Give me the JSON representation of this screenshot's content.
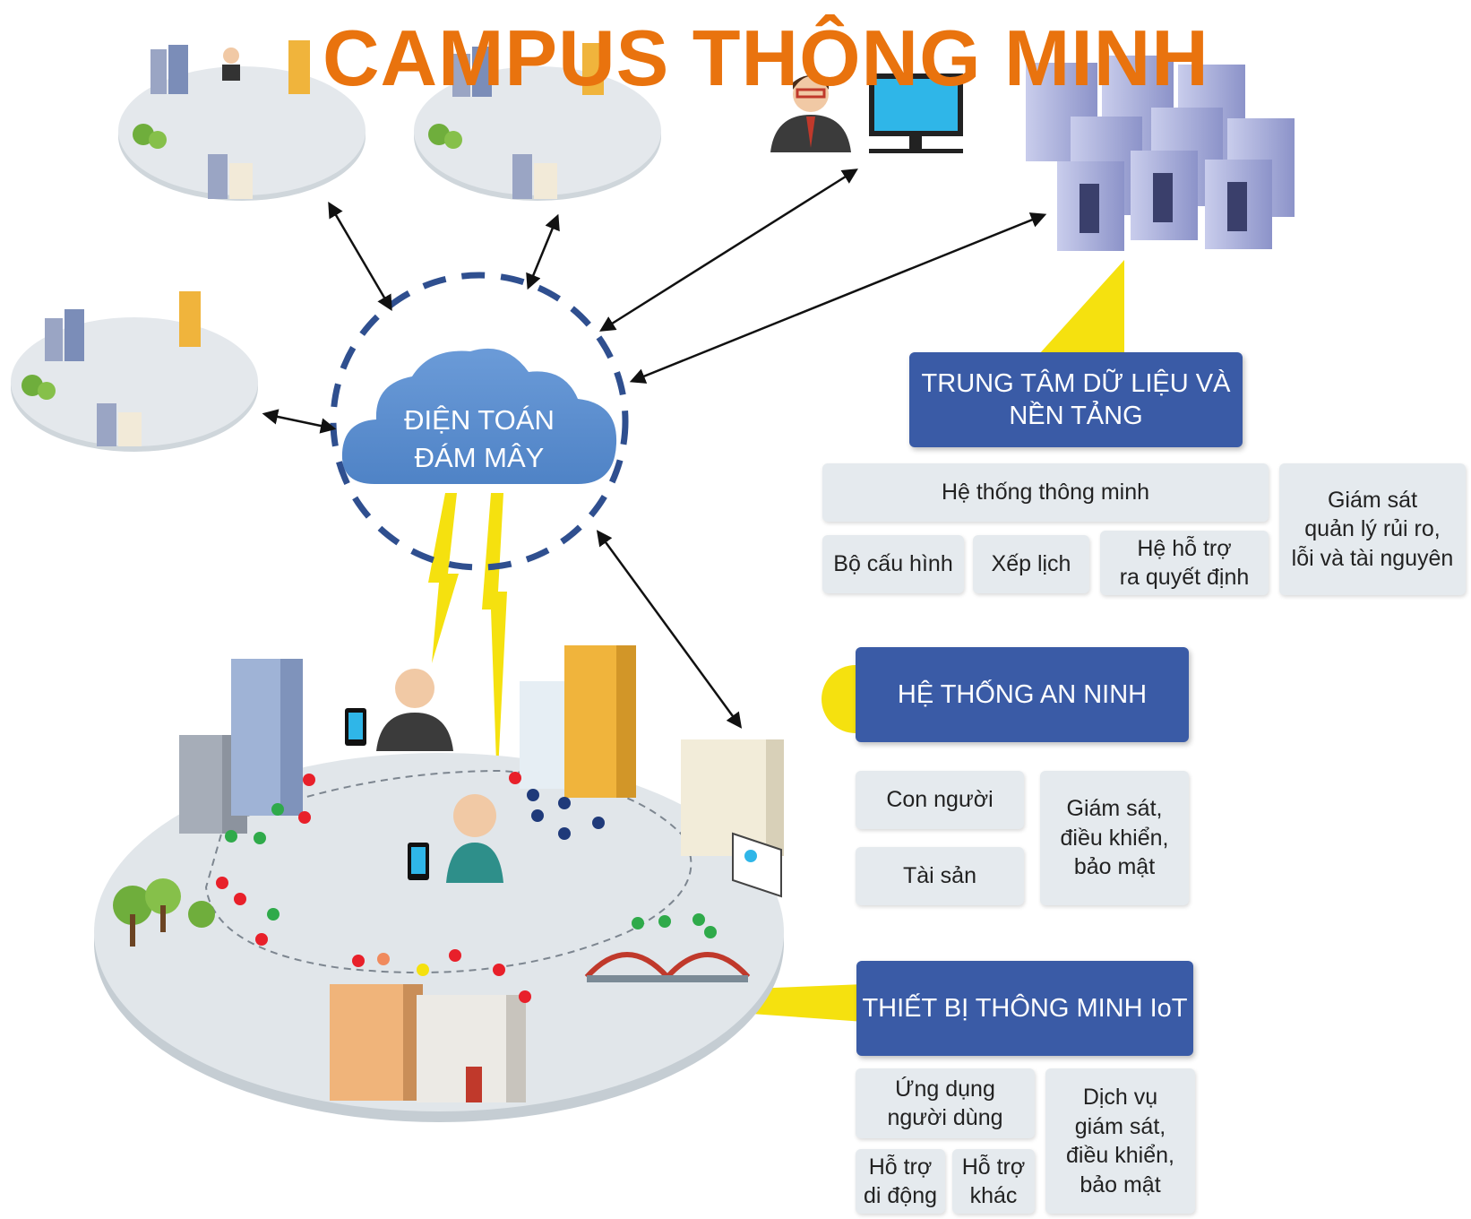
{
  "title": "CAMPUS THÔNG MINH",
  "cloud": {
    "line1": "ĐIỆN TOÁN",
    "line2": "ĐÁM MÂY"
  },
  "data_center": {
    "header": {
      "line1": "TRUNG TÂM DỮ LIỆU VÀ",
      "line2": "NỀN TẢNG"
    },
    "smart_system": "Hệ thống thông minh",
    "configurator": "Bộ cấu hình",
    "scheduler": "Xếp lịch",
    "decision_support": {
      "line1": "Hệ hỗ trợ",
      "line2": "ra quyết định"
    },
    "risk_monitoring": {
      "line1": "Giám sát",
      "line2": "quản lý rủi ro,",
      "line3": "lỗi và tài nguyên"
    }
  },
  "security": {
    "header": "HỆ THỐNG AN NINH",
    "people": "Con người",
    "assets": "Tài sản",
    "control": {
      "line1": "Giám sát,",
      "line2": "điều khiển,",
      "line3": "bảo mật"
    }
  },
  "iot": {
    "header": "THIẾT BỊ THÔNG MINH IoT",
    "user_apps": {
      "line1": "Ứng dụng",
      "line2": "người dùng"
    },
    "mobile_support": {
      "line1": "Hỗ trợ",
      "line2": "di động"
    },
    "other_support": {
      "line1": "Hỗ trợ",
      "line2": "khác"
    },
    "services": {
      "line1": "Dịch vụ",
      "line2": "giám sát,",
      "line3": "điều khiển,",
      "line4": "bảo mật"
    }
  },
  "colors": {
    "title": "#e9730e",
    "header_blue": "#3a5ba6",
    "box_gray": "#e5eaee",
    "cloud_blue": "#5b8fd0",
    "ring_blue": "#2f4f8f",
    "lightning_yellow": "#f5e10f"
  }
}
